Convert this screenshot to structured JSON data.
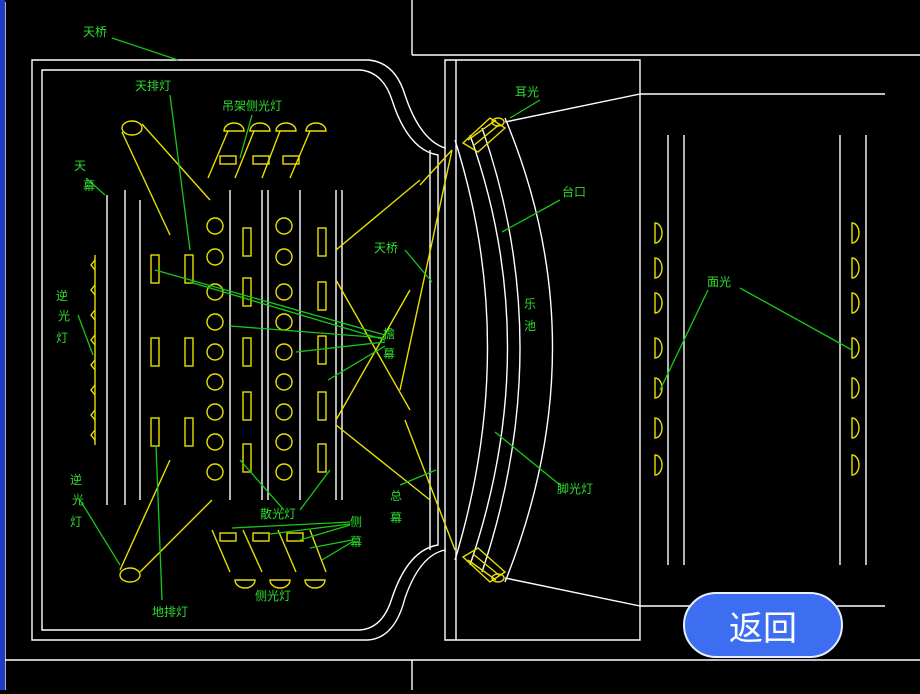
{
  "labels": {
    "tianqiao_top": "天桥",
    "tianpaideng": "天排灯",
    "diaojia": "吊架侧光灯",
    "tianmu_1": "天",
    "tianmu_2": "幕",
    "niguang_top_1": "逆",
    "niguang_top_2": "光",
    "niguang_top_3": "灯",
    "tianqiao_mid": "天桥",
    "ermu_1": "檐",
    "ermu_2": "幕",
    "niguang_bot_1": "逆",
    "niguang_bot_2": "光",
    "niguang_bot_3": "灯",
    "sanguang": "散光灯",
    "cemu_1": "侧",
    "cemu_2": "幕",
    "cegguang": "侧光灯",
    "dipaideng": "地排灯",
    "erguang": "耳光",
    "taikou": "台口",
    "yuechi_1": "乐",
    "yuechi_2": "池",
    "jiaoguang": "脚光灯",
    "miangguang": "面光",
    "zongmu_1": "总",
    "zongmu_2": "幕"
  },
  "return_button": "返回",
  "colors": {
    "outline": "#ffffff",
    "fixture": "#e8e000",
    "leader": "#18c818",
    "label": "#2ddc2d",
    "button": "#3d6ef2"
  }
}
